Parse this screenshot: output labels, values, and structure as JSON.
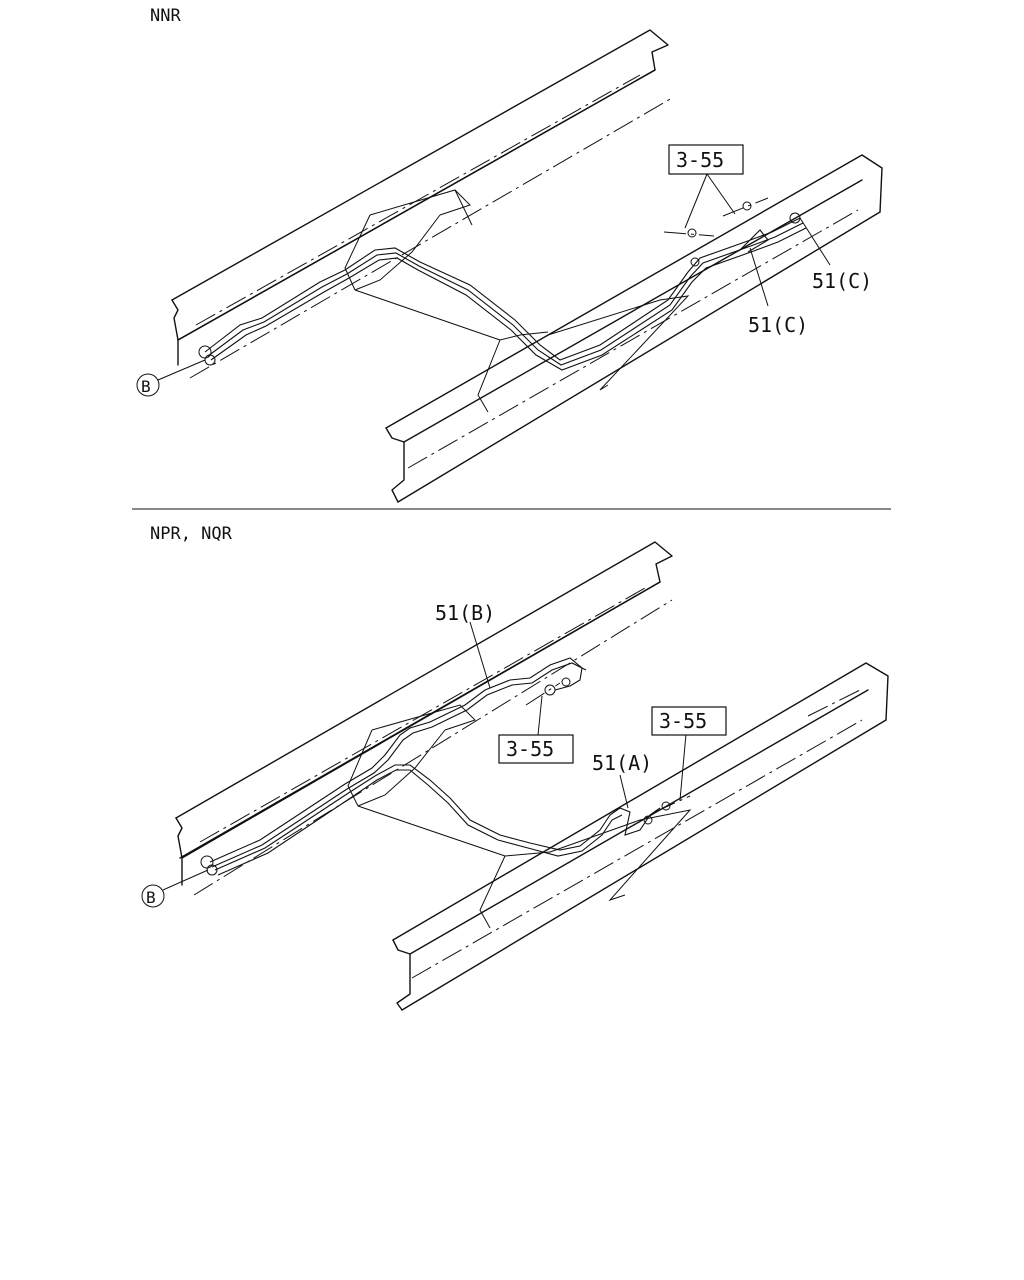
{
  "sections": [
    {
      "title": "NNR",
      "labels": {
        "ref": "3-55",
        "part_c1": "51(C)",
        "part_c2": "51(C)",
        "circle": "B"
      }
    },
    {
      "title": "NPR, NQR",
      "labels": {
        "part_b": "51(B)",
        "ref_b": "3-55",
        "part_a": "51(A)",
        "ref_a": "3-55",
        "circle": "B"
      }
    }
  ]
}
